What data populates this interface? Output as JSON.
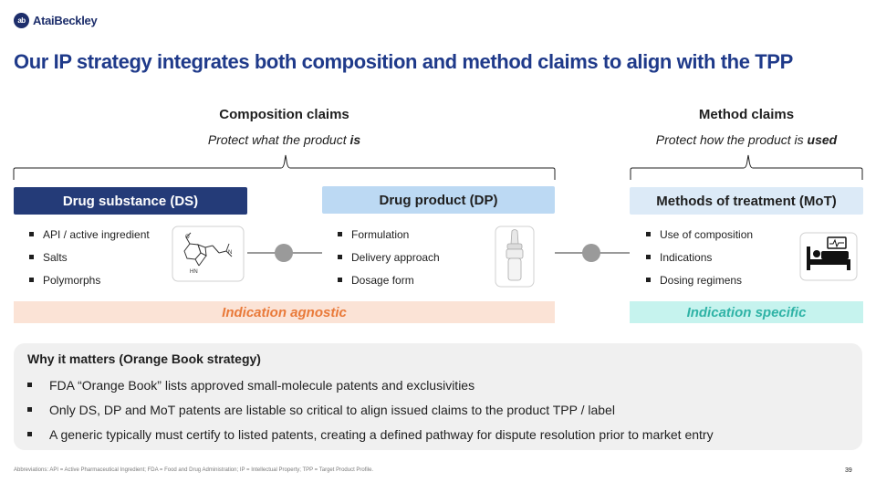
{
  "brand": {
    "mark": "ab",
    "name": "AtaiBeckley"
  },
  "title": "Our IP strategy integrates both composition and method claims to align with the TPP",
  "composition": {
    "heading": "Composition claims",
    "sub_prefix": "Protect what the product ",
    "sub_emphasis": "is"
  },
  "method": {
    "heading": "Method claims",
    "sub_prefix": "Protect how the product is ",
    "sub_emphasis": "used"
  },
  "ds": {
    "label": "Drug substance (DS)",
    "bullets": [
      "API / active ingredient",
      "Salts",
      "Polymorphs"
    ],
    "icon": "molecule-icon",
    "molecule_labels": {
      "nh": "HN"
    }
  },
  "dp": {
    "label": "Drug product (DP)",
    "bullets": [
      "Formulation",
      "Delivery approach",
      "Dosage form"
    ],
    "icon": "nasal-spray-icon"
  },
  "mot": {
    "label": "Methods of treatment (MoT)",
    "bullets": [
      "Use of composition",
      "Indications",
      "Dosing regimens"
    ],
    "icon": "hospital-bed-icon"
  },
  "tags": {
    "agnostic": "Indication agnostic",
    "specific": "Indication specific"
  },
  "why": {
    "title": "Why it matters (Orange Book strategy)",
    "items": [
      "FDA “Orange Book” lists approved small-molecule patents and exclusivities",
      "Only DS, DP and MoT patents are listable so critical to align issued claims to the product TPP / label",
      "A generic typically must certify to listed patents, creating a defined pathway for dispute resolution prior to market entry"
    ]
  },
  "footnote": "Abbreviations: API = Active Pharmaceutical Ingredient; FDA = Food and Drug Administration; IP = Intellectual Property; TPP = Target Product Profile.",
  "page_number": "39",
  "colors": {
    "navy": "#243b78",
    "title_blue": "#1f3a8a",
    "light_blue": "#bcd9f3",
    "pale_blue": "#dceaf7",
    "orange": "#e97a3a",
    "peach": "#fbe3d6",
    "teal": "#2fb3a6",
    "mint": "#c6f3ee",
    "panel_grey": "#f0f0f0"
  }
}
